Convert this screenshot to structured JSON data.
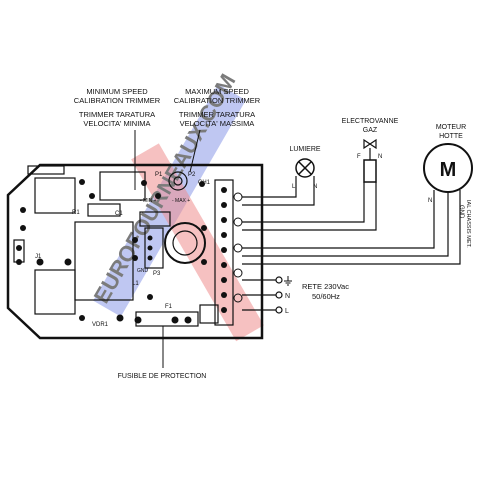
{
  "labels": {
    "min_speed_en_1": "MINIMUM SPEED",
    "min_speed_en_2": "CALIBRATION TRIMMER",
    "min_speed_it_1": "TRIMMER TARATURA",
    "min_speed_it_2": "VELOCITA' MINIMA",
    "max_speed_en_1": "MAXIMUM SPEED",
    "max_speed_en_2": "CALIBRATION TRIMMER",
    "max_speed_it_1": "TRIMMER TARATURA",
    "max_speed_it_2": "VELOCITA' MASSIMA",
    "lumiere": "LUMIERE",
    "electrovanne_1": "ELECTROVANNE",
    "electrovanne_2": "GAZ",
    "moteur_1": "MOTEUR",
    "moteur_2": "HOTTE",
    "motor_letter": "M",
    "lamp_l": "L",
    "lamp_n": "N",
    "valve_f": "F",
    "valve_n": "N",
    "motor_n": "N",
    "motor_gnd": "GND",
    "motor_chassis": "IAL CHASSIS MET.",
    "rete_1": "RETE 230Vac",
    "rete_2": "50/60Hz",
    "term_n": "N",
    "term_l": "L",
    "fusible": "FUSIBLE DE PROTECTION",
    "min_mark": "- MIN +",
    "max_mark": "- MAX +",
    "pcb_ch1": "CH1",
    "pcb_p1": "P1",
    "pcb_p2": "P2",
    "pcb_p3": "P3",
    "pcb_l1": "L1",
    "pcb_f1": "F1",
    "pcb_vdr1": "VDR1",
    "pcb_r1": "R1",
    "pcb_c1": "C1",
    "pcb_gnd": "GND",
    "pcb_j1": "J1",
    "watermark": "EUROFOURNEAUX.COM"
  },
  "colors": {
    "line": "#111111",
    "watermark_blue": "#2c46d6",
    "watermark_red": "#e23333"
  }
}
